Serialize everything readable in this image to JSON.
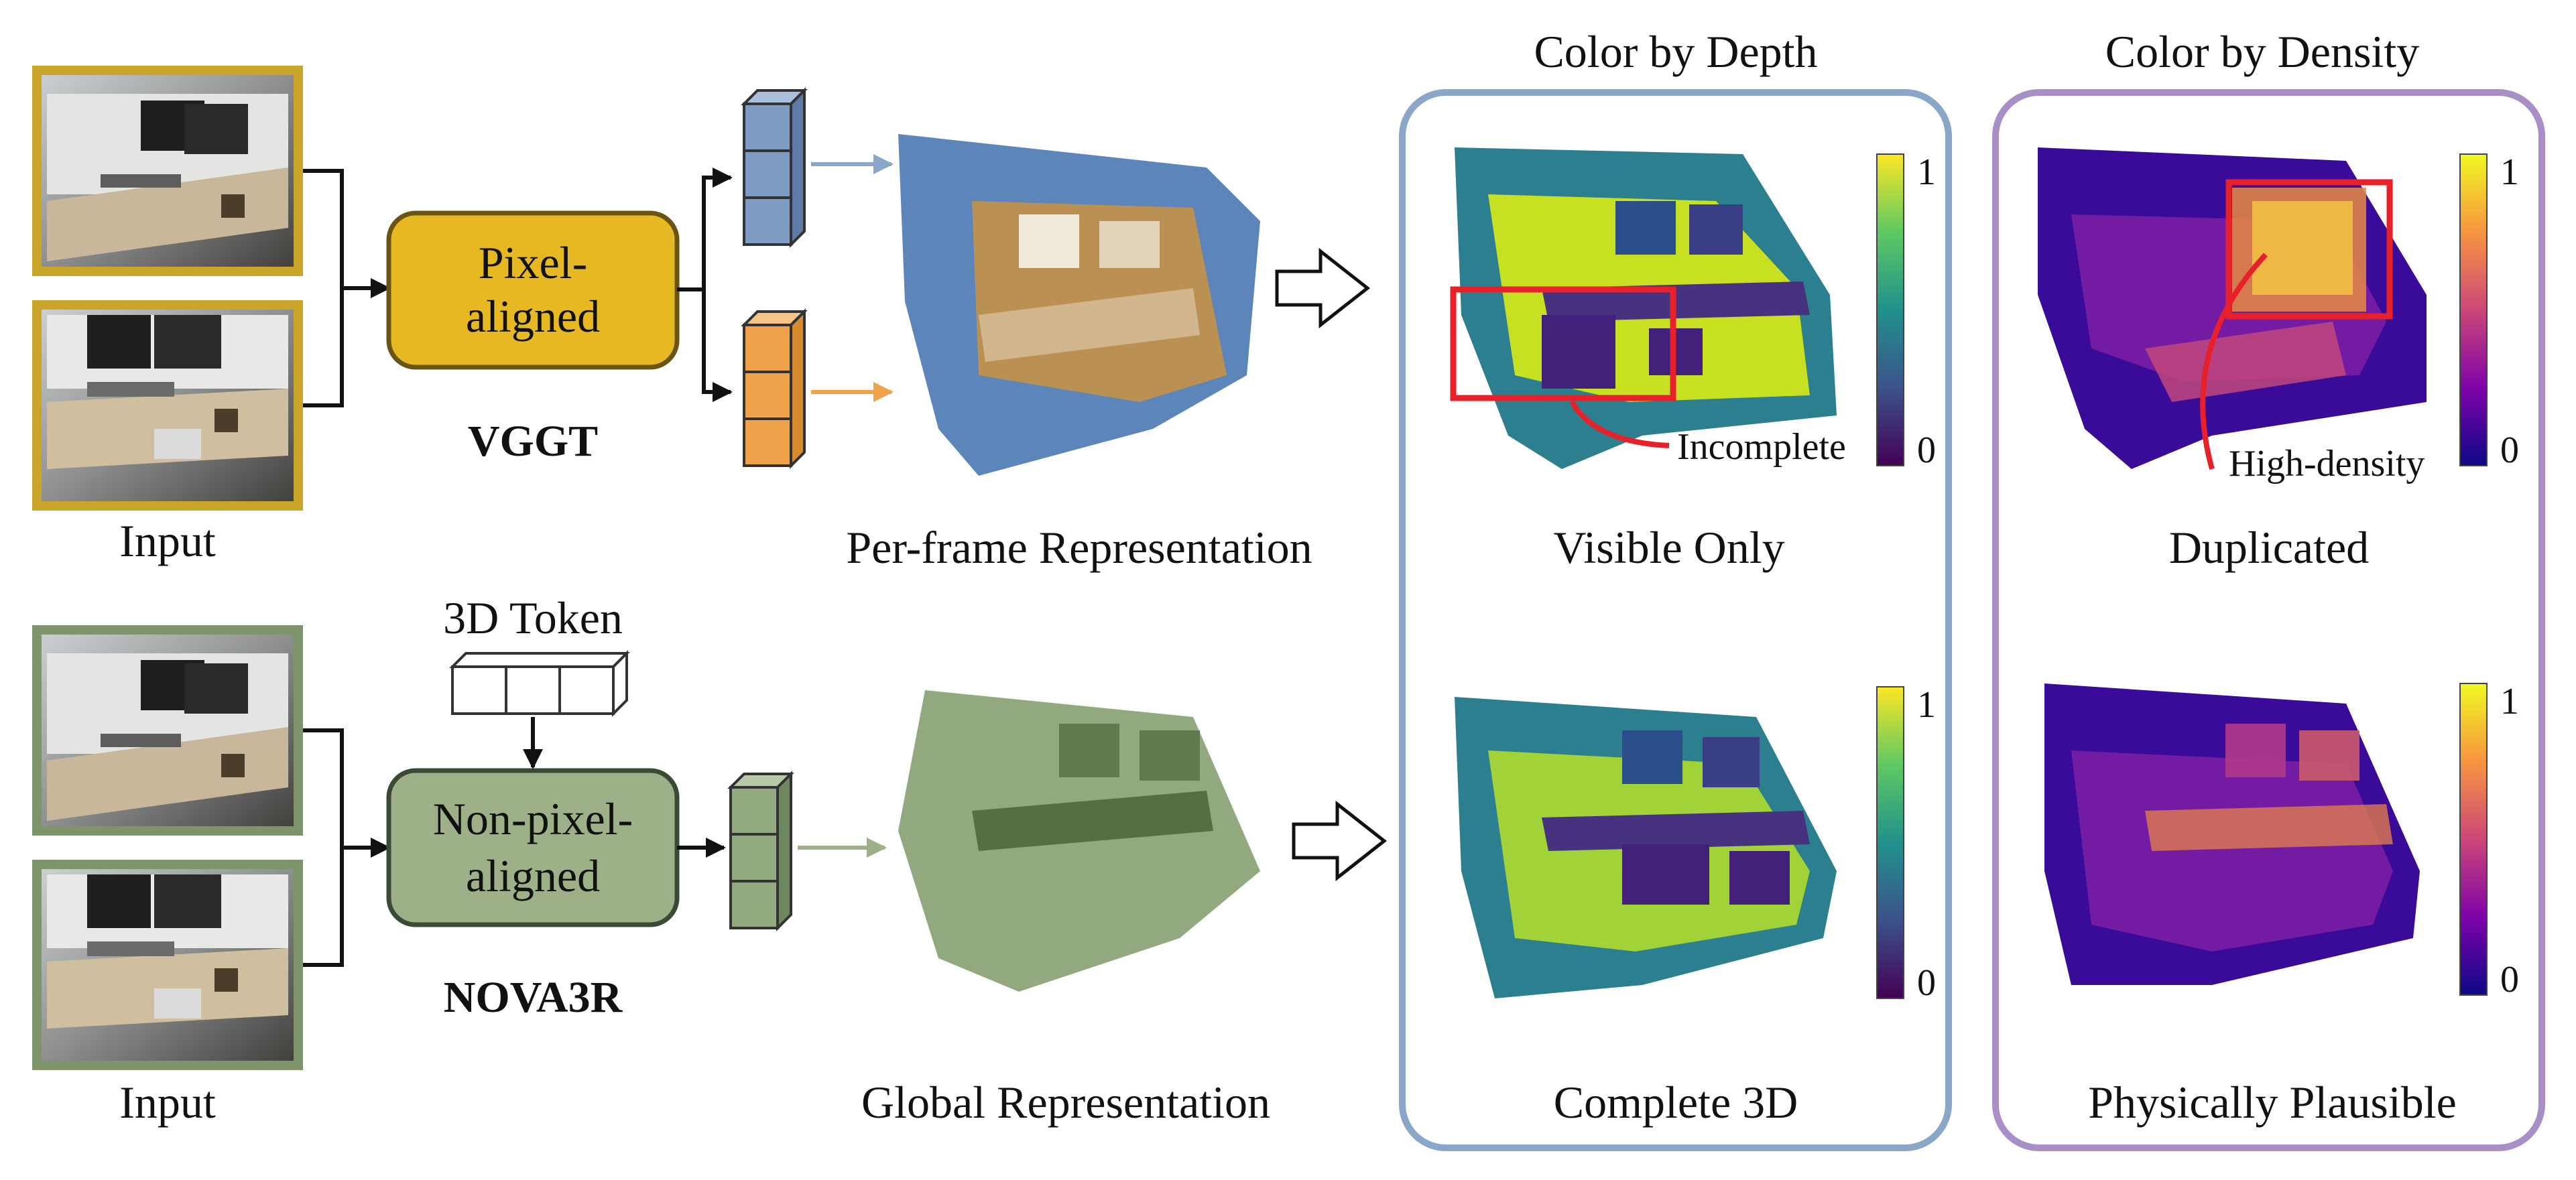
{
  "colors": {
    "vggt_fill": "#e6b822",
    "vggt_stroke": "#6b5412",
    "nova_fill": "#9eb088",
    "nova_stroke": "#3b4a34",
    "token_blue": "#7f9cc4",
    "token_orange": "#f0a24a",
    "token_green": "#93aa80",
    "depth_panel": "#8aa6c9",
    "density_panel": "#a98ec8",
    "highlight": "#e8202a",
    "input_border_top": "#c9a52a",
    "input_border_bottom": "#7e956b"
  },
  "top_row": {
    "input_label": "Input",
    "model_box": "Pixel-\naligned",
    "model_name": "VGGT",
    "representation": "Per-frame Representation"
  },
  "bottom_row": {
    "input_label": "Input",
    "token_label": "3D Token",
    "model_box": "Non-pixel-\naligned",
    "model_name": "NOVA3R",
    "representation": "Global Representation"
  },
  "depth_panel": {
    "title": "Color by Depth",
    "top_caption": "Visible Only",
    "bottom_caption": "Complete 3D",
    "annotation": "Incomplete",
    "colorbar_max": "1",
    "colorbar_min": "0",
    "colormap": "viridis"
  },
  "density_panel": {
    "title": "Color by Density",
    "top_caption": "Duplicated",
    "bottom_caption": "Physically Plausible",
    "annotation": "High-density",
    "colorbar_max": "1",
    "colorbar_min": "0",
    "colormap": "plasma"
  }
}
